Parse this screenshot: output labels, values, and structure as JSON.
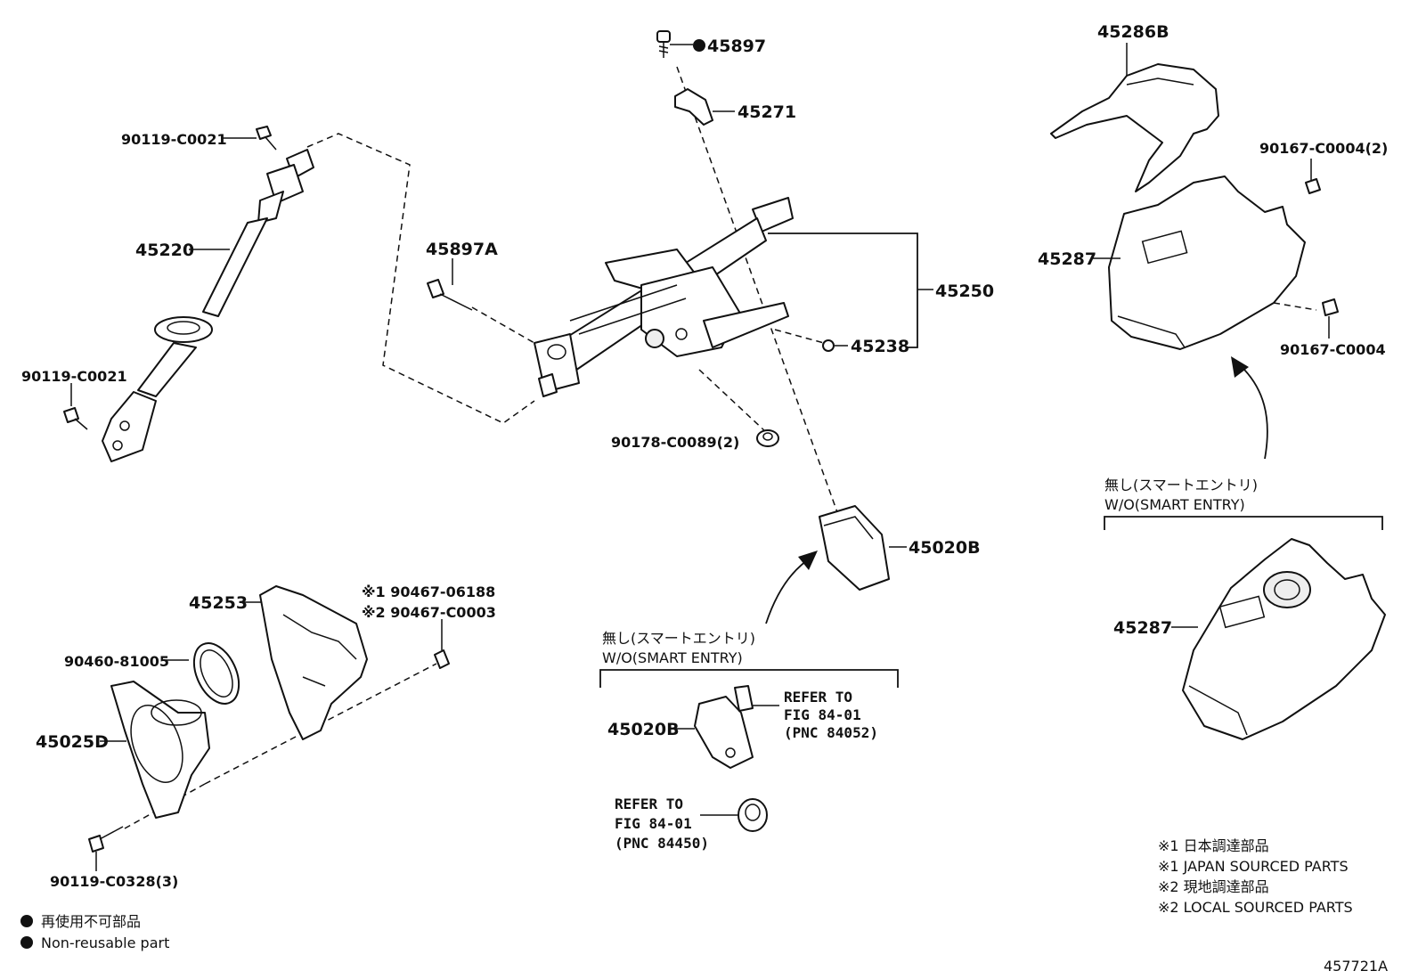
{
  "labels": {
    "p45897": "45897",
    "p45271": "45271",
    "p45286B": "45286B",
    "p90167_2": "90167-C0004(2)",
    "p45287_top": "45287",
    "p90167": "90167-C0004",
    "p90119_top": "90119-C0021",
    "p45220": "45220",
    "p90119_mid": "90119-C0021",
    "p45897A": "45897A",
    "p45250": "45250",
    "p45238": "45238",
    "p90178": "90178-C0089(2)",
    "p45020B_top": "45020B",
    "p45253": "45253",
    "p90467_1": "※1 90467-06188",
    "p90467_2": "※2 90467-C0003",
    "p90460": "90460-81005",
    "p45025D": "45025D",
    "p90119_bot": "90119-C0328(3)",
    "p45020B_bot": "45020B",
    "p45287_bot": "45287"
  },
  "variants": {
    "center_jp": "無し(スマートエントリ)",
    "center_en": "W/O(SMART ENTRY)",
    "right_jp": "無し(スマートエントリ)",
    "right_en": "W/O(SMART ENTRY)"
  },
  "references": {
    "ref1_l1": "REFER TO",
    "ref1_l2": "FIG 84-01",
    "ref1_l3": "(PNC 84052)",
    "ref2_l1": "REFER TO",
    "ref2_l2": "FIG 84-01",
    "ref2_l3": "(PNC 84450)"
  },
  "legend": {
    "non_reusable_jp": "再使用不可部品",
    "non_reusable_en": "Non-reusable part"
  },
  "notes": {
    "n1_jp": "※1 日本調達部品",
    "n1_en": "※1 JAPAN SOURCED PARTS",
    "n2_jp": "※2 現地調達部品",
    "n2_en": "※2 LOCAL SOURCED PARTS"
  },
  "diagram_id": "457721A"
}
